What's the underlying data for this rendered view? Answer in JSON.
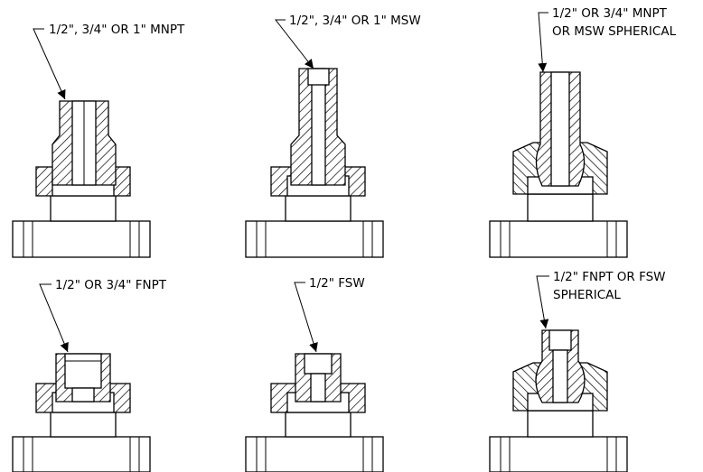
{
  "callouts": [
    {
      "id": "mnpt",
      "lines": [
        "1/2\", 3/4\" OR 1\" MNPT"
      ]
    },
    {
      "id": "msw",
      "lines": [
        "1/2\", 3/4\" OR 1\" MSW"
      ]
    },
    {
      "id": "mnpt-msw-spherical",
      "lines": [
        "1/2\" OR 3/4\" MNPT",
        "OR MSW SPHERICAL"
      ]
    },
    {
      "id": "fnpt",
      "lines": [
        "1/2\" OR 3/4\" FNPT"
      ]
    },
    {
      "id": "fsw",
      "lines": [
        "1/2\" FSW"
      ]
    },
    {
      "id": "fnpt-fsw-spherical",
      "lines": [
        "1/2\" FNPT OR FSW",
        "SPHERICAL"
      ]
    }
  ]
}
